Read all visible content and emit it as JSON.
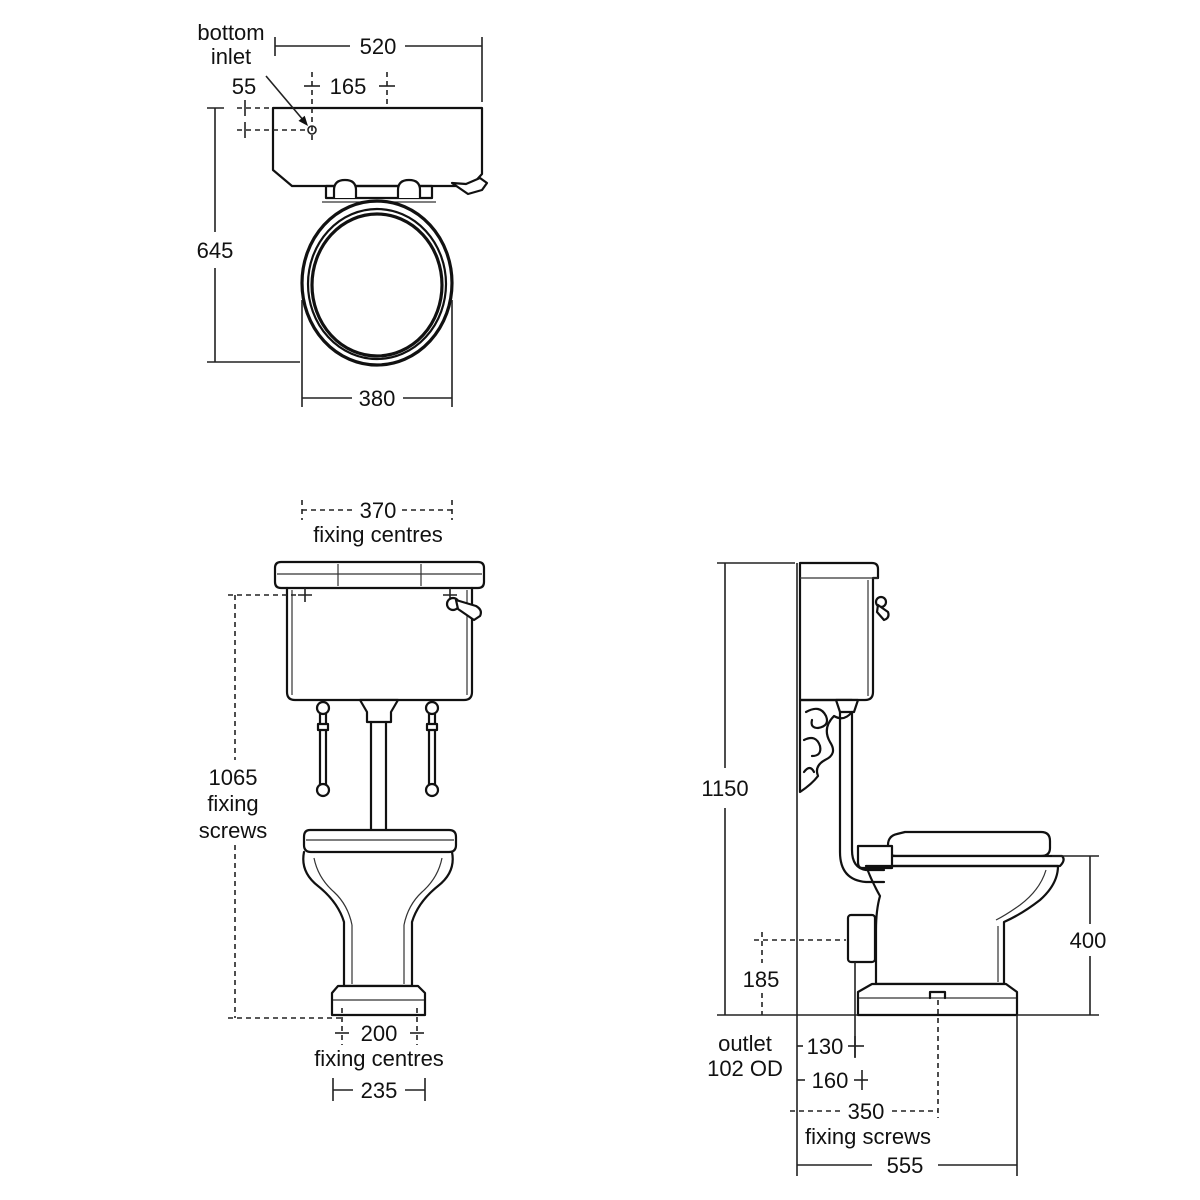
{
  "plan_view": {
    "inlet_label_line1": "bottom",
    "inlet_label_line2": "inlet",
    "overall_width": "520",
    "inlet_from_back": "55",
    "inlet_from_side": "165",
    "overall_depth": "645",
    "seat_width": "380"
  },
  "front_view": {
    "cistern_fixing_dim": "370",
    "cistern_fixing_label": "fixing centres",
    "fixing_height_dim": "1065",
    "fixing_height_label_line1": "fixing",
    "fixing_height_label_line2": "screws",
    "pan_fixing_dim": "200",
    "pan_fixing_label": "fixing centres",
    "pan_base_width": "235"
  },
  "side_view": {
    "overall_height": "1150",
    "seat_height": "400",
    "outlet_height": "185",
    "outlet_label_line1": "outlet",
    "outlet_label_line2": "102 OD",
    "outlet_min": "130",
    "outlet_max": "160",
    "fixing_screws_dim": "350",
    "fixing_screws_label": "fixing screws",
    "overall_projection": "555"
  }
}
